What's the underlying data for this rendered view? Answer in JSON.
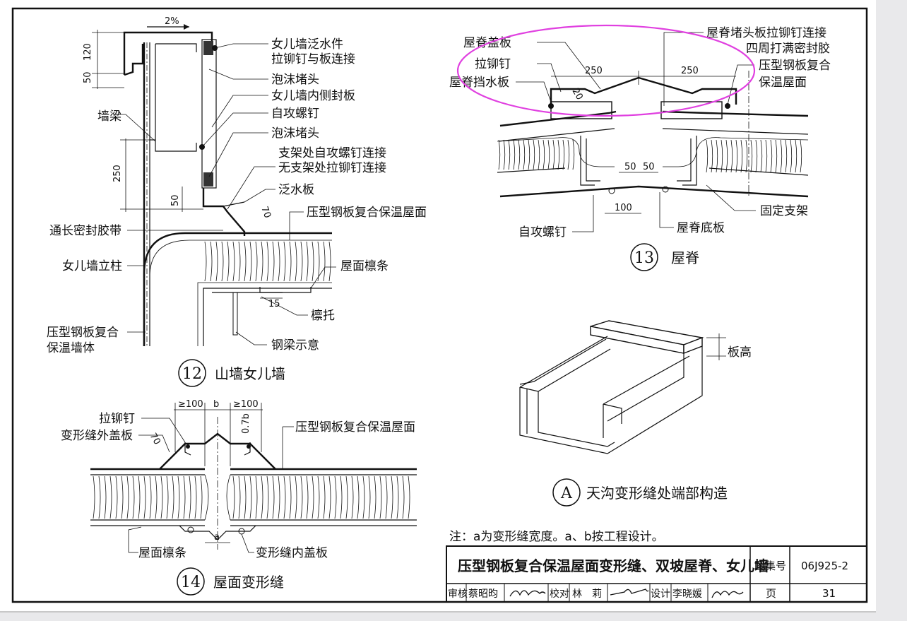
{
  "diagram12": {
    "slope": "2%",
    "dims": [
      "120",
      "50",
      "250",
      "50",
      "70",
      "15"
    ],
    "labels": {
      "flashing": "女儿墙泛水件",
      "rivet_board": "拉铆钉与板连接",
      "foam_plug_1": "泡沫堵头",
      "inner_cover": "女儿墙内侧封板",
      "tapping_screw": "自攻螺钉",
      "foam_plug_2": "泡沫堵头",
      "bracket_screw": "支架处自攻螺钉连接",
      "no_bracket_rivet": "无支架处拉铆钉连接",
      "flash_board": "泛水板",
      "roof_panel": "压型钢板复合保温屋面",
      "wall_beam": "墙梁",
      "sealant_tape": "通长密封胶带",
      "parapet_post": "女儿墙立柱",
      "purlin": "屋面檩条",
      "purlin_support": "檩托",
      "wall_panel_1": "压型钢板复合",
      "wall_panel_2": "保温墙体",
      "steel_beam": "钢梁示意"
    },
    "caption_num": "12",
    "caption": "山墙女儿墙"
  },
  "diagram13": {
    "dims": [
      "250",
      "250",
      "20",
      "50",
      "50",
      "100"
    ],
    "labels": {
      "ridge_cap": "屋脊盖板",
      "rivet": "拉铆钉",
      "ridge_stop": "屋脊挡水板",
      "ridge_plug_1": "屋脊堵头板拉铆钉连接",
      "ridge_plug_2": "四周打满密封胶",
      "roof_1": "压型钢板复合",
      "roof_2": "保温屋面",
      "fixed_bracket": "固定支架",
      "tapping_screw": "自攻螺钉",
      "ridge_bottom": "屋脊底板"
    },
    "caption_num": "13",
    "caption": "屋脊"
  },
  "diagram14": {
    "dims": [
      "≥100",
      "b",
      "≥100",
      "0.7b",
      "70",
      "a"
    ],
    "labels": {
      "rivet": "拉铆钉",
      "outer_cover": "变形缝外盖板",
      "roof_panel": "压型钢板复合保温屋面",
      "purlin": "屋面檩条",
      "inner_cover": "变形缝内盖板"
    },
    "caption_num": "14",
    "caption": "屋面变形缝"
  },
  "diagramA": {
    "height_label": "板高",
    "caption_num": "A",
    "caption": "天沟变形缝处端部构造"
  },
  "note": "注：a为变形缝宽度。a、b按工程设计。",
  "title_block": {
    "title": "压型钢板复合保温屋面变形缝、双坡屋脊、女儿墙",
    "atlas_label": "图集号",
    "atlas_no": "06J925-2",
    "review_label": "审核",
    "reviewer": "蔡昭昀",
    "check_label": "校对",
    "checker": "林　莉",
    "design_label": "设计",
    "designer": "李晓媛",
    "page_label": "页",
    "page_no": "31"
  },
  "colors": {
    "highlight_ellipse": "#e040e0",
    "ink": "#111111",
    "paper": "#ffffff"
  }
}
